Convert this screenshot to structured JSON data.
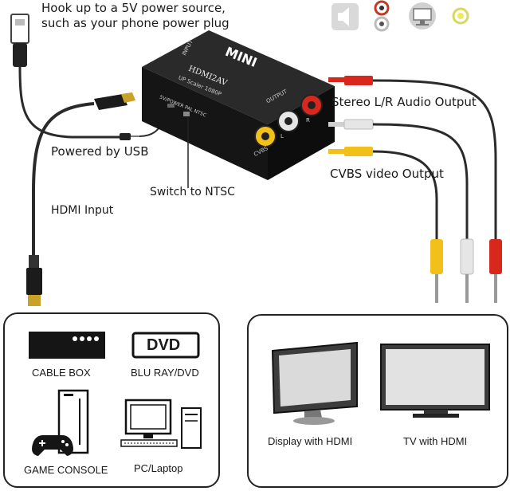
{
  "header": {
    "line1": "Hook up to a 5V power source,",
    "line2": "such as your phone power plug"
  },
  "device": {
    "brand": "MINI",
    "model": "HDMI2AV",
    "subtitle": "UP Scaler 1080P",
    "input_port": "INPUT",
    "output_port": "OUTPUT",
    "switch_text": "5V/POWER PAL NTSC",
    "cvbs_port": "CVBS",
    "l_port": "L",
    "r_port": "R"
  },
  "labels": {
    "powered_by_usb": "Powered by USB",
    "switch_to_ntsc": "Switch to NTSC",
    "hdmi_input": "HDMI Input",
    "stereo_output": "Stereo L/R Audio Output",
    "cvbs_output": "CVBS video Output"
  },
  "sources": {
    "dvd_logo": "DVD",
    "cable_box": "CABLE BOX",
    "blu_ray": "BLU RAY/DVD",
    "game_console": "GAME CONSOLE",
    "pc_laptop": "PC/Laptop"
  },
  "displays": {
    "display_hdmi": "Display with HDMI",
    "tv_hdmi": "TV with HDMI"
  },
  "colors": {
    "red": "#d8281e",
    "white": "#e6e6e6",
    "yellow": "#f2c01a",
    "box": "#151515",
    "cable": "#2a2a2a"
  },
  "icons": [
    "speaker-icon",
    "rca-audio-icon",
    "monitor-icon",
    "yellow-jack-icon",
    "usb-plug-icon",
    "hdmi-plug-icon"
  ]
}
